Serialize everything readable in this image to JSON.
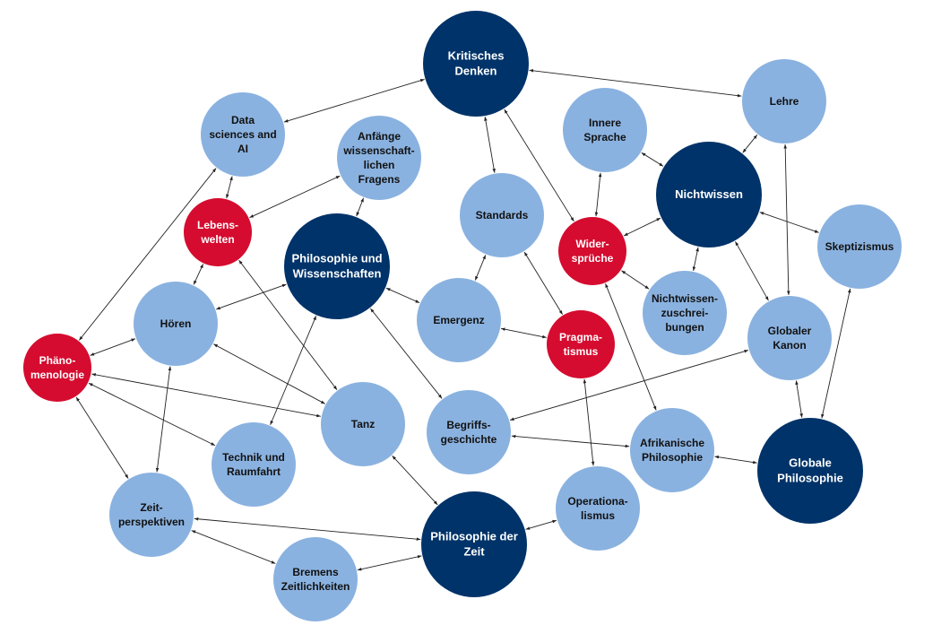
{
  "colors": {
    "dark": "#003369",
    "light": "#8ab2e0",
    "red": "#d50c2f"
  },
  "nodes": [
    {
      "id": "kritisches-denken",
      "type": "dark",
      "label": [
        "Kritisches",
        "Denken"
      ]
    },
    {
      "id": "lehre",
      "type": "light",
      "label": [
        "Lehre"
      ]
    },
    {
      "id": "data-sciences",
      "type": "light",
      "label": [
        "Data",
        "sciences and",
        "AI"
      ]
    },
    {
      "id": "anfaenge",
      "type": "light",
      "label": [
        "Anfänge",
        "wissenschaft-",
        "lichen",
        "Fragens"
      ]
    },
    {
      "id": "innere-sprache",
      "type": "light",
      "label": [
        "Innere",
        "Sprache"
      ]
    },
    {
      "id": "nichtwissen",
      "type": "dark",
      "label": [
        "Nichtwissen"
      ]
    },
    {
      "id": "standards",
      "type": "light",
      "label": [
        "Standards"
      ]
    },
    {
      "id": "lebenswelten",
      "type": "red",
      "label": [
        "Lebens-",
        "welten"
      ]
    },
    {
      "id": "phil-wiss",
      "type": "dark",
      "label": [
        "Philosophie und",
        "Wissenschaften"
      ]
    },
    {
      "id": "widersprueche",
      "type": "red",
      "label": [
        "Wider-",
        "sprüche"
      ]
    },
    {
      "id": "skeptizismus",
      "type": "light",
      "label": [
        "Skeptizismus"
      ]
    },
    {
      "id": "nichtwissenzuschreibungen",
      "type": "light",
      "label": [
        "Nichtwissen-",
        "zuschrei-",
        "bungen"
      ]
    },
    {
      "id": "globaler-kanon",
      "type": "light",
      "label": [
        "Globaler",
        "Kanon"
      ]
    },
    {
      "id": "hoeren",
      "type": "light",
      "label": [
        "Hören"
      ]
    },
    {
      "id": "emergenz",
      "type": "light",
      "label": [
        "Emergenz"
      ]
    },
    {
      "id": "pragmatismus",
      "type": "red",
      "label": [
        "Pragma-",
        "tismus"
      ]
    },
    {
      "id": "phaenomenologie",
      "type": "red",
      "label": [
        "Phäno-",
        "menologie"
      ]
    },
    {
      "id": "tanz",
      "type": "light",
      "label": [
        "Tanz"
      ]
    },
    {
      "id": "begriffsgeschichte",
      "type": "light",
      "label": [
        "Begriffs-",
        "geschichte"
      ]
    },
    {
      "id": "afrikanische-philosophie",
      "type": "light",
      "label": [
        "Afrikanische",
        "Philosophie"
      ]
    },
    {
      "id": "globale-philosophie",
      "type": "dark",
      "label": [
        "Globale",
        "Philosophie"
      ]
    },
    {
      "id": "technik-raumfahrt",
      "type": "light",
      "label": [
        "Technik und",
        "Raumfahrt"
      ]
    },
    {
      "id": "zeitperspektiven",
      "type": "light",
      "label": [
        "Zeit-",
        "perspektiven"
      ]
    },
    {
      "id": "operationalismus",
      "type": "light",
      "label": [
        "Operationa-",
        "lismus"
      ]
    },
    {
      "id": "philosophie-der-zeit",
      "type": "dark",
      "label": [
        "Philosophie der",
        "Zeit"
      ]
    },
    {
      "id": "bremens-zeitlichkeiten",
      "type": "light",
      "label": [
        "Bremens",
        "Zeitlichkeiten"
      ]
    }
  ],
  "edges": [
    [
      "kritisches-denken",
      "data-sciences"
    ],
    [
      "kritisches-denken",
      "lehre"
    ],
    [
      "kritisches-denken",
      "standards"
    ],
    [
      "kritisches-denken",
      "widersprueche"
    ],
    [
      "data-sciences",
      "lebenswelten"
    ],
    [
      "data-sciences",
      "phaenomenologie"
    ],
    [
      "anfaenge",
      "lebenswelten"
    ],
    [
      "anfaenge",
      "phil-wiss"
    ],
    [
      "lebenswelten",
      "hoeren"
    ],
    [
      "lebenswelten",
      "tanz"
    ],
    [
      "phil-wiss",
      "hoeren"
    ],
    [
      "phil-wiss",
      "emergenz"
    ],
    [
      "phil-wiss",
      "technik-raumfahrt"
    ],
    [
      "phil-wiss",
      "begriffsgeschichte"
    ],
    [
      "standards",
      "emergenz"
    ],
    [
      "standards",
      "pragmatismus"
    ],
    [
      "emergenz",
      "pragmatismus"
    ],
    [
      "innere-sprache",
      "nichtwissen"
    ],
    [
      "innere-sprache",
      "widersprueche"
    ],
    [
      "nichtwissen",
      "lehre"
    ],
    [
      "nichtwissen",
      "widersprueche"
    ],
    [
      "nichtwissen",
      "nichtwissenzuschreibungen"
    ],
    [
      "nichtwissen",
      "skeptizismus"
    ],
    [
      "nichtwissen",
      "globaler-kanon"
    ],
    [
      "lehre",
      "globaler-kanon"
    ],
    [
      "widersprueche",
      "nichtwissenzuschreibungen"
    ],
    [
      "widersprueche",
      "afrikanische-philosophie"
    ],
    [
      "skeptizismus",
      "globale-philosophie"
    ],
    [
      "globaler-kanon",
      "globale-philosophie"
    ],
    [
      "globaler-kanon",
      "begriffsgeschichte"
    ],
    [
      "begriffsgeschichte",
      "afrikanische-philosophie"
    ],
    [
      "afrikanische-philosophie",
      "globale-philosophie"
    ],
    [
      "pragmatismus",
      "operationalismus"
    ],
    [
      "operationalismus",
      "philosophie-der-zeit"
    ],
    [
      "philosophie-der-zeit",
      "tanz"
    ],
    [
      "philosophie-der-zeit",
      "zeitperspektiven"
    ],
    [
      "philosophie-der-zeit",
      "bremens-zeitlichkeiten"
    ],
    [
      "zeitperspektiven",
      "bremens-zeitlichkeiten"
    ],
    [
      "zeitperspektiven",
      "phaenomenologie"
    ],
    [
      "zeitperspektiven",
      "hoeren"
    ],
    [
      "phaenomenologie",
      "hoeren"
    ],
    [
      "phaenomenologie",
      "tanz"
    ],
    [
      "phaenomenologie",
      "technik-raumfahrt"
    ],
    [
      "hoeren",
      "tanz"
    ]
  ]
}
